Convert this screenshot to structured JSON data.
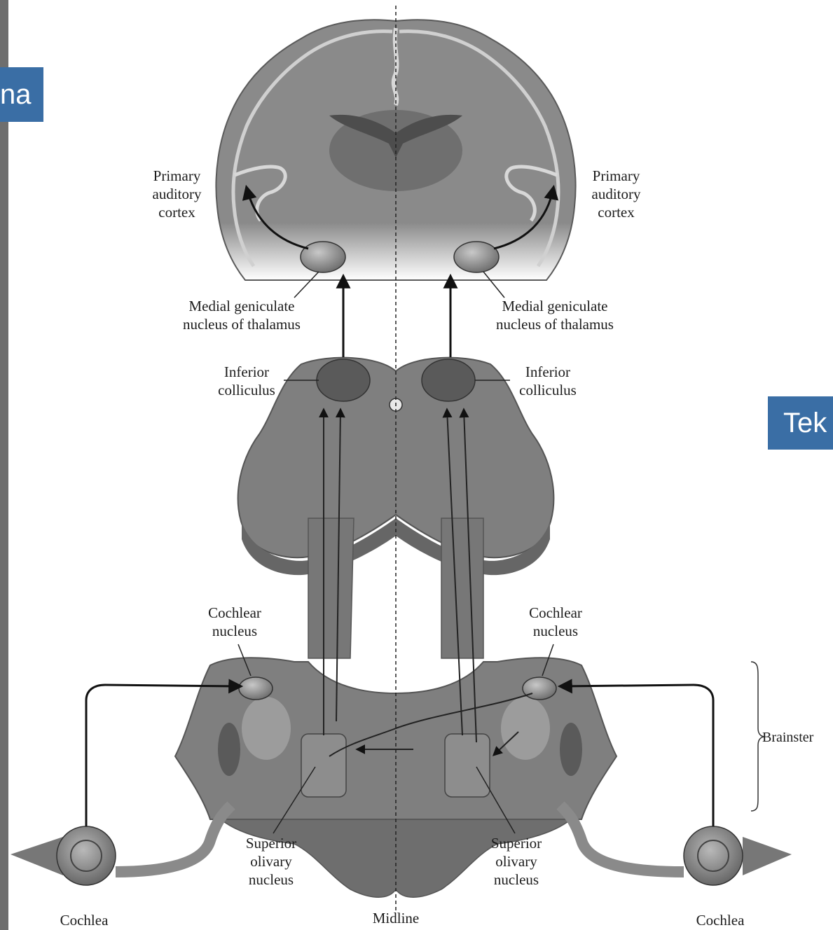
{
  "slide": {
    "left_tab_text": "na",
    "right_tab_text": "Tek"
  },
  "labels": {
    "primary_left": [
      "Primary",
      "auditory",
      "cortex"
    ],
    "primary_right": [
      "Primary",
      "auditory",
      "cortex"
    ],
    "mgn_left": [
      "Medial geniculate",
      "nucleus of thalamus"
    ],
    "mgn_right": [
      "Medial geniculate",
      "nucleus of thalamus"
    ],
    "ic_left": [
      "Inferior",
      "colliculus"
    ],
    "ic_right": [
      "Inferior",
      "colliculus"
    ],
    "cn_left": [
      "Cochlear",
      "nucleus"
    ],
    "cn_right": [
      "Cochlear",
      "nucleus"
    ],
    "son_left": [
      "Superior",
      "olivary",
      "nucleus"
    ],
    "son_right": [
      "Superior",
      "olivary",
      "nucleus"
    ],
    "brainstem": "Brainster",
    "cochlea_left": "Cochlea",
    "cochlea_right": "Cochlea",
    "midline": "Midline"
  },
  "colors": {
    "tab_blue": "#3a6ea5",
    "tissue": "#7f7f7f",
    "tissue_light": "#a9a9a9",
    "tissue_dark": "#5e5e5e",
    "line": "#111111"
  }
}
